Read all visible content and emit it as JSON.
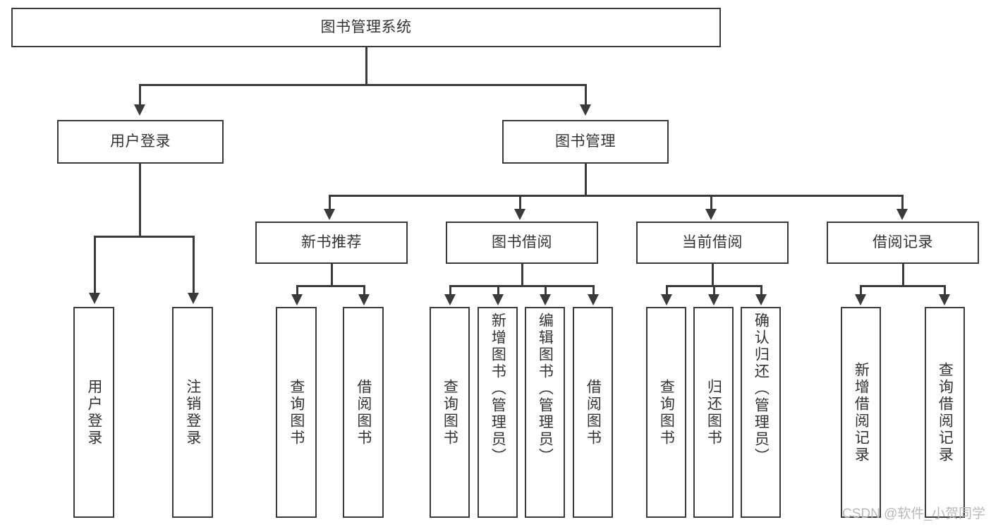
{
  "diagram": {
    "type": "tree",
    "title": "图书管理系统",
    "root": {
      "label": "图书管理系统"
    },
    "level2": [
      {
        "label": "用户登录"
      },
      {
        "label": "图书管理"
      }
    ],
    "level3": [
      {
        "label": "新书推荐"
      },
      {
        "label": "图书借阅"
      },
      {
        "label": "当前借阅"
      },
      {
        "label": "借阅记录"
      }
    ],
    "leaves": {
      "user_login": [
        {
          "label": "用户登录"
        },
        {
          "label": "注销登录"
        }
      ],
      "new_book_recommend": [
        {
          "label": "查询图书"
        },
        {
          "label": "借阅图书"
        }
      ],
      "book_borrow": [
        {
          "label": "查询图书"
        },
        {
          "label": "新增图书（管理员）"
        },
        {
          "label": "编辑图书（管理员）"
        },
        {
          "label": "借阅图书"
        }
      ],
      "current_borrow": [
        {
          "label": "查询图书"
        },
        {
          "label": "归还图书"
        },
        {
          "label": "确认归还（管理员）"
        }
      ],
      "borrow_record": [
        {
          "label": "新增借阅记录"
        },
        {
          "label": "查询借阅记录"
        }
      ]
    }
  },
  "watermark": {
    "text": "CSDN @软件_小贺同学"
  },
  "colors": {
    "stroke": "#3a3a3a",
    "text": "#333333",
    "background": "#ffffff",
    "watermark": "#b9b9b9"
  }
}
